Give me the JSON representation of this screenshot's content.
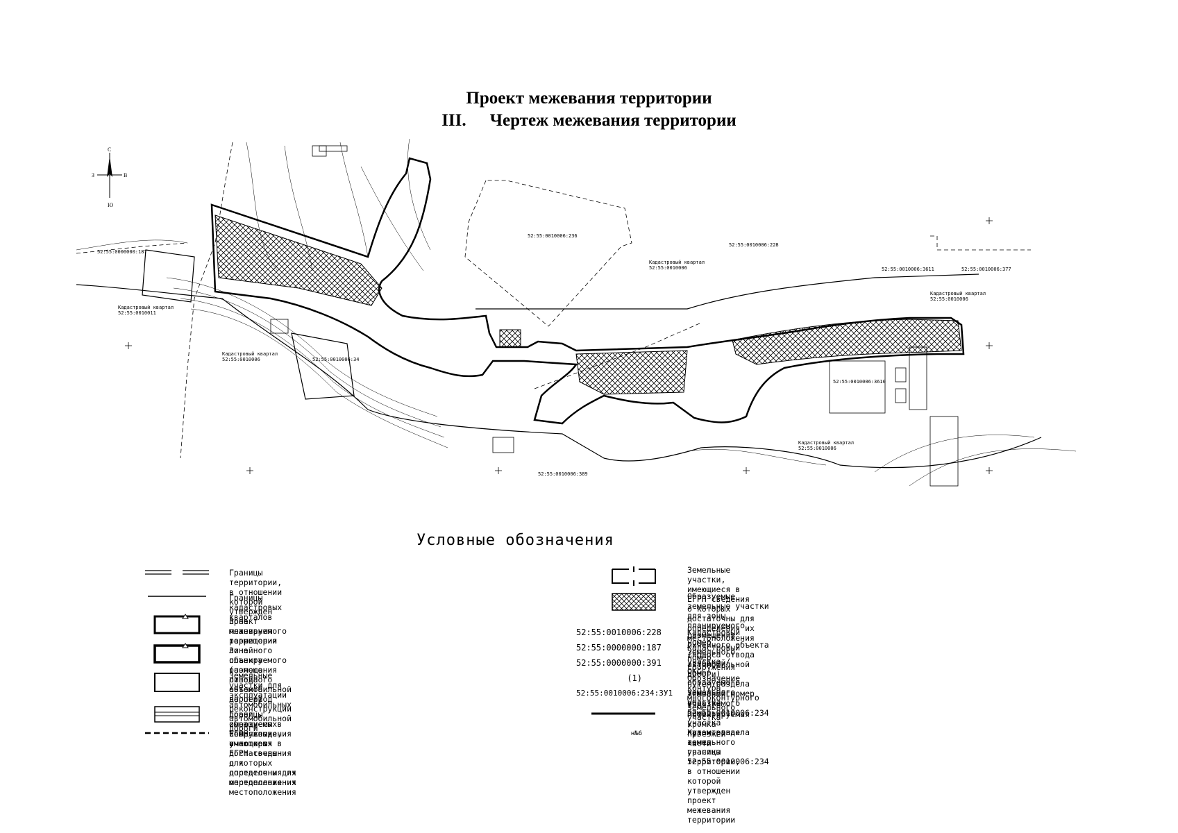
{
  "title_line1": "Проект межевания территории",
  "title_num": "III.",
  "title_line2": "Чертеж межевания территории",
  "compass": {
    "n": "С",
    "s": "Ю",
    "w": "З",
    "e": "В"
  },
  "map_labels": {
    "parcel_228": "52:55:0010006:228",
    "parcel_236": "52:55:0010006:236",
    "struct_187": "52:55:0000000:187",
    "struct_389": "52:55:0010006:389",
    "kv_left": "Кадастровый квартал\n52:55:0010011",
    "kv_mid": "Кадастровый квартал\n52:55:0010006",
    "kv_top": "Кадастровый квартал\n52:55:0010006",
    "kv_lower": "Кадастровый квартал\n52:55:0010006",
    "kv_right": "Кадастровый квартал\n52:55:0010006",
    "p_377": "52:55:0010006:377",
    "p_3611": "52:55:0010006:3611",
    "p_34": "52:55:0010006:34",
    "p_3610": "52:55:0010006:3610"
  },
  "legend_title": "Условные обозначения",
  "legend_left": [
    {
      "label": "Границы территории, в отношении которой\nутвержден  проект межевания территории"
    },
    {
      "label": "Границы кадастровых кварталов"
    },
    {
      "label": "Зона планируемого размещения линейного объекта\n(полоса отвода автомобильной дороги)"
    },
    {
      "label": "Зона планируемого размещения линейного объекта\nна период реконструкции автомобильной дороги"
    },
    {
      "label": "Земельные участки для эксплуатации автомобильных дорог,\nимеющиеся в ЕГРН сведения о которых достаточны\nдля определения их местоположения"
    },
    {
      "label": "Границы  образуемых земельных участков"
    },
    {
      "label": "Сооружения, имеющиеся в ЕГРН сведения\nо которых достаточны для определения их местоположения"
    }
  ],
  "legend_right": [
    {
      "code": "",
      "label": "Земельные участки, имеющиеся в ЕГРН сведения\nо которых достаточны для определения их местоположения"
    },
    {
      "code": "",
      "label": "Образуемые земельные участки для зоны планируемого\nразмещения линейного объекта (полоса отвода автомобильной дороги)\nпутем раздела земельного участка 52:55:0010006:234"
    },
    {
      "code": "52:55:0010006:228",
      "label": "Кадастровый номер земельного участка / ОКС"
    },
    {
      "code": "52:55:0000000:187",
      "label": "Кадастровый номер сооружения"
    },
    {
      "code": "52:55:0000000:391",
      "label": "Условный номер образуемого земельного участка"
    },
    {
      "code": "(1)",
      "label": "Обозначение контура многоконтурного земельного участка"
    },
    {
      "code": "52:55:0010006:234:ЗУ1",
      "label": "Условный номер образуемого земельного участка\nпутем раздела земельного участка 52:55:0010006:234"
    },
    {
      "code": "",
      "label": "Проектируемая кромка проезжей части"
    },
    {
      "code": "н№6",
      "label": "Характерная точка границы территории, в отношении которой\nутвержден проект межевания территории"
    }
  ]
}
